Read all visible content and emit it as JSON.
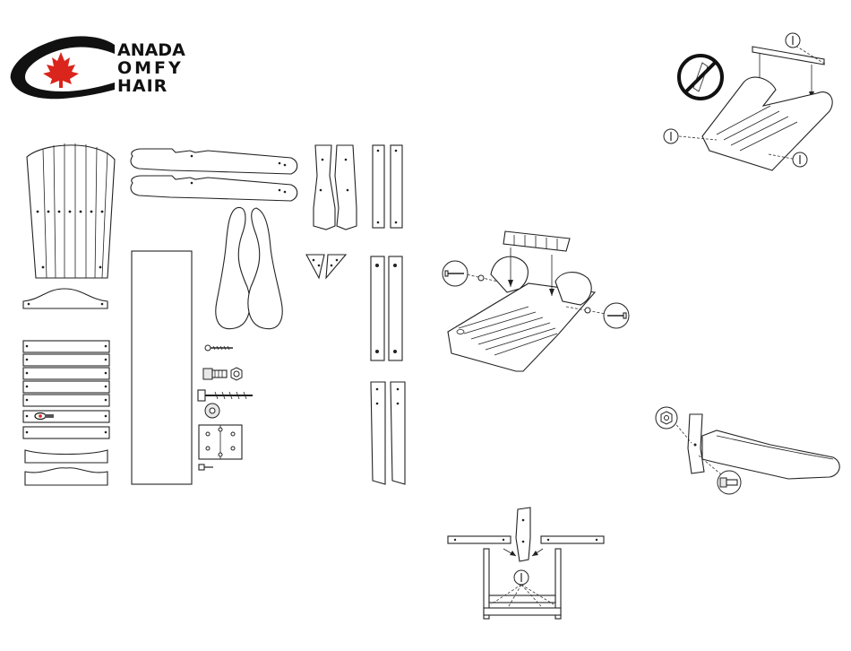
{
  "logo": {
    "line1": "ANADA",
    "line2": "OMFY",
    "line3": "HAIR",
    "ring_color": "#111111",
    "leaf_color": "#d9251c",
    "icon": "maple-leaf-icon"
  },
  "callouts": {
    "no_mark": "prohibited-sign-icon"
  },
  "colors": {
    "line": "#222222",
    "paper": "#ffffff"
  }
}
